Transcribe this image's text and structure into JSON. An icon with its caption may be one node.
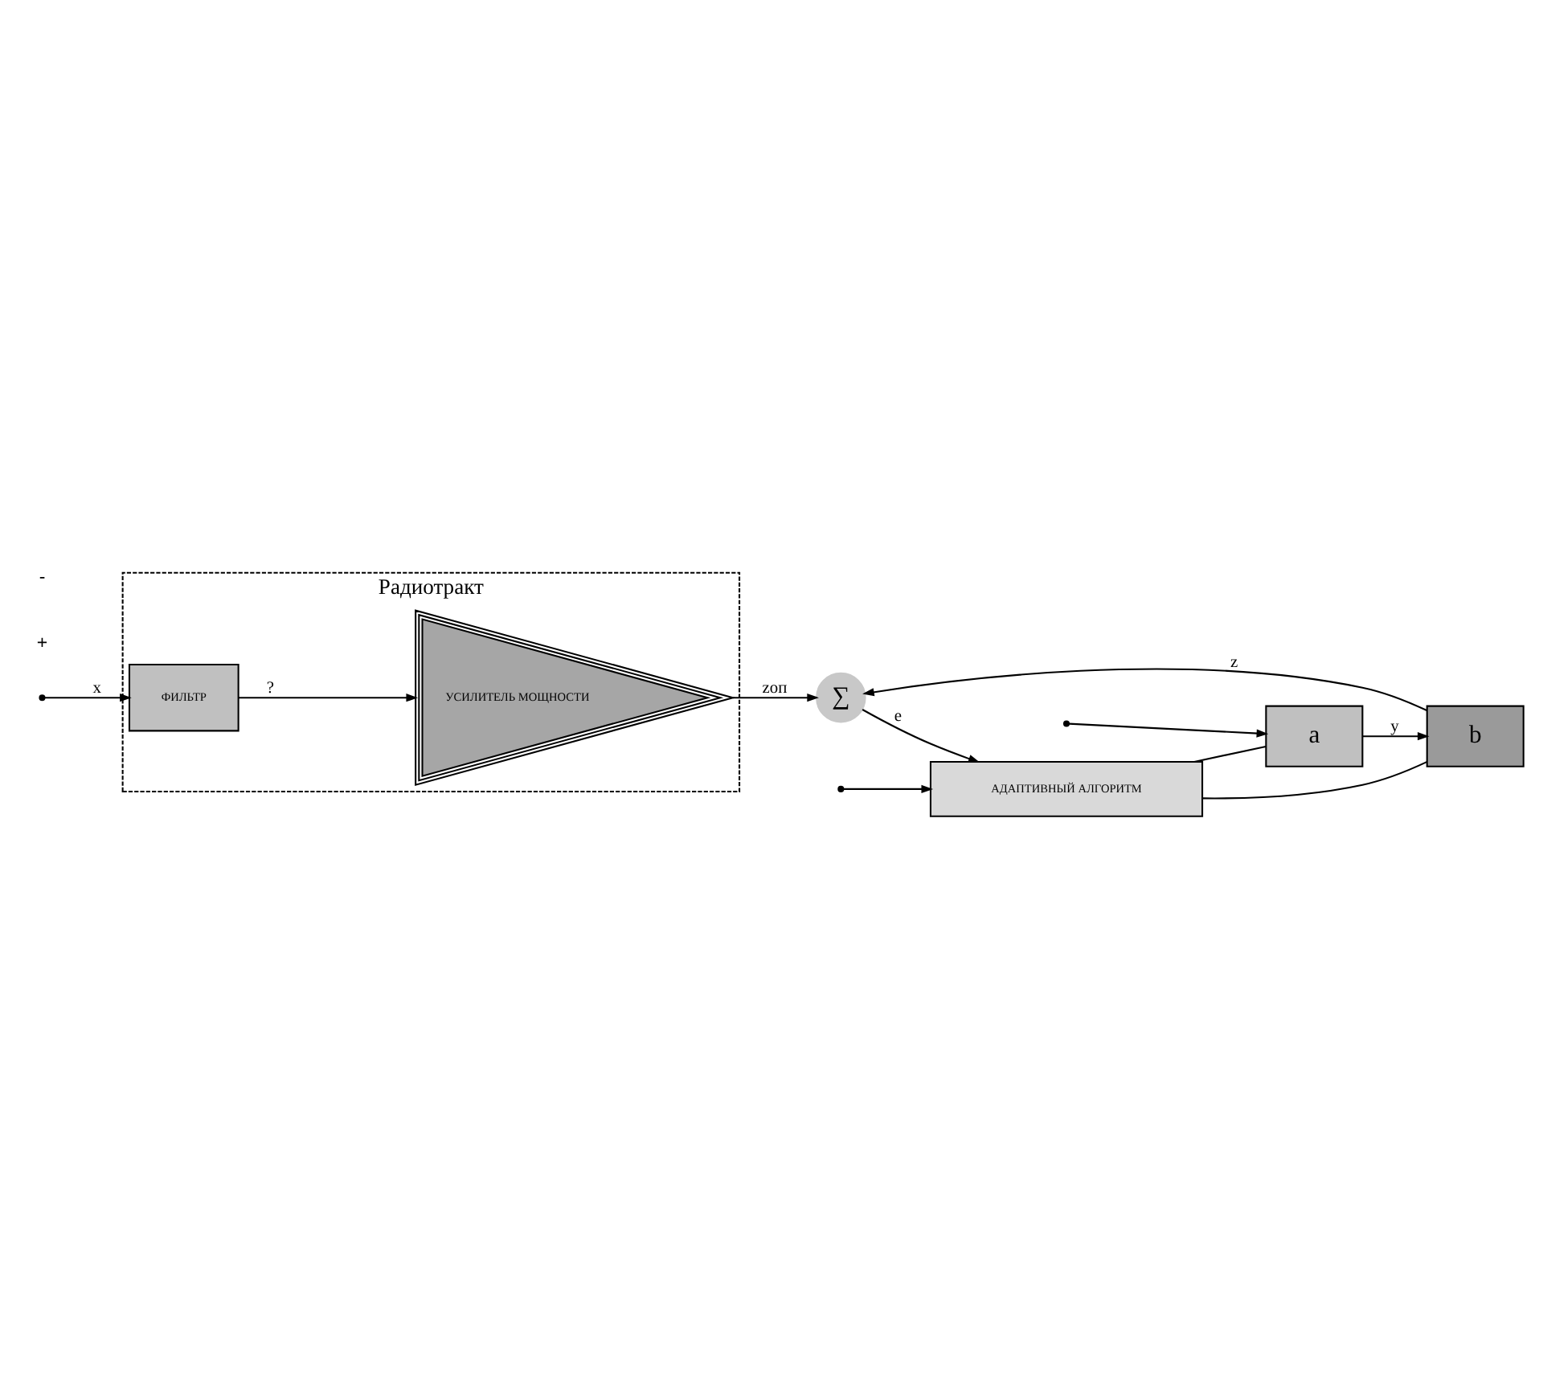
{
  "diagram": {
    "nodes": [
      {
        "text": [
          "Радиотракт"
        ]
      },
      {
        "text": [
          "ФИЛЬТР"
        ],
        "in": 0
      },
      {
        "text": [
          "УСИЛИТЕЛЬ МОЩНОСТИ"
        ],
        "in": 0
      },
      {
        "text": [
          "a"
        ]
      },
      {
        "text": [
          "b"
        ]
      },
      {
        "text": [
          "∑"
        ]
      },
      {
        "text": [
          "АДАПТИВНЫЙ АЛГОРИТМ"
        ]
      }
    ],
    "edges": [
      {
        "from": null,
        "to": 1,
        "arrow": "to",
        "label": "x"
      },
      {
        "from": null,
        "to": 3,
        "arrow": "to"
      },
      {
        "from": null,
        "to": 6,
        "arrow": "to"
      },
      {
        "from": 1,
        "to": 2,
        "arrow": "to",
        "label": "?"
      },
      {
        "from": 2,
        "to": 5,
        "arrow": "to",
        "label": "zоп"
      },
      {
        "from": 3,
        "to": 4,
        "arrow": "to",
        "label": "y"
      },
      {
        "from": 4,
        "to": 5,
        "arrow": "to",
        "label": "z"
      },
      {
        "from": 5,
        "to": 6,
        "arrow": "to",
        "label": "e"
      },
      {
        "from": 6,
        "to": 3,
        "arrow": "none"
      },
      {
        "from": 6,
        "to": 4,
        "arrow": "none"
      }
    ],
    "labels": [
      "+",
      "-"
    ]
  }
}
